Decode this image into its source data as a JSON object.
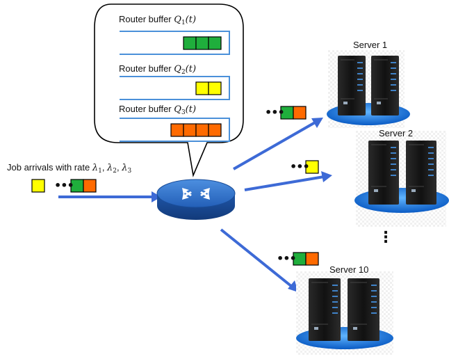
{
  "buffers": [
    {
      "label": "Router buffer ",
      "symbol": "Q",
      "sub": "1",
      "arg": "(t)",
      "colors": [
        "#1fae3c",
        "#1fae3c",
        "#1fae3c"
      ]
    },
    {
      "label": "Router buffer ",
      "symbol": "Q",
      "sub": "2",
      "arg": "(t)",
      "colors": [
        "#ffff00",
        "#ffff00"
      ]
    },
    {
      "label": "Router buffer ",
      "symbol": "Q",
      "sub": "3",
      "arg": "(t)",
      "colors": [
        "#ff6a00",
        "#ff6a00",
        "#ff6a00",
        "#ff6a00"
      ]
    }
  ],
  "arrivals": {
    "text": "Job arrivals with rate ",
    "rates": [
      {
        "symbol": "λ",
        "sub": "1"
      },
      {
        "symbol": "λ",
        "sub": "2"
      },
      {
        "symbol": "λ",
        "sub": "3"
      }
    ],
    "separator": ", "
  },
  "servers": [
    {
      "name": "Server 1"
    },
    {
      "name": "Server 2"
    },
    {
      "name": "Server 10"
    }
  ],
  "ellipsis": "•••",
  "vertical_ellipsis": "⋮",
  "colors": {
    "green": "#1fae3c",
    "yellow": "#ffff00",
    "orange": "#ff6a00",
    "arrow": "#3d6ad6",
    "buffer_line": "#4a90d9",
    "router": "#2a6fc9",
    "server_base": "#1a7be0"
  }
}
